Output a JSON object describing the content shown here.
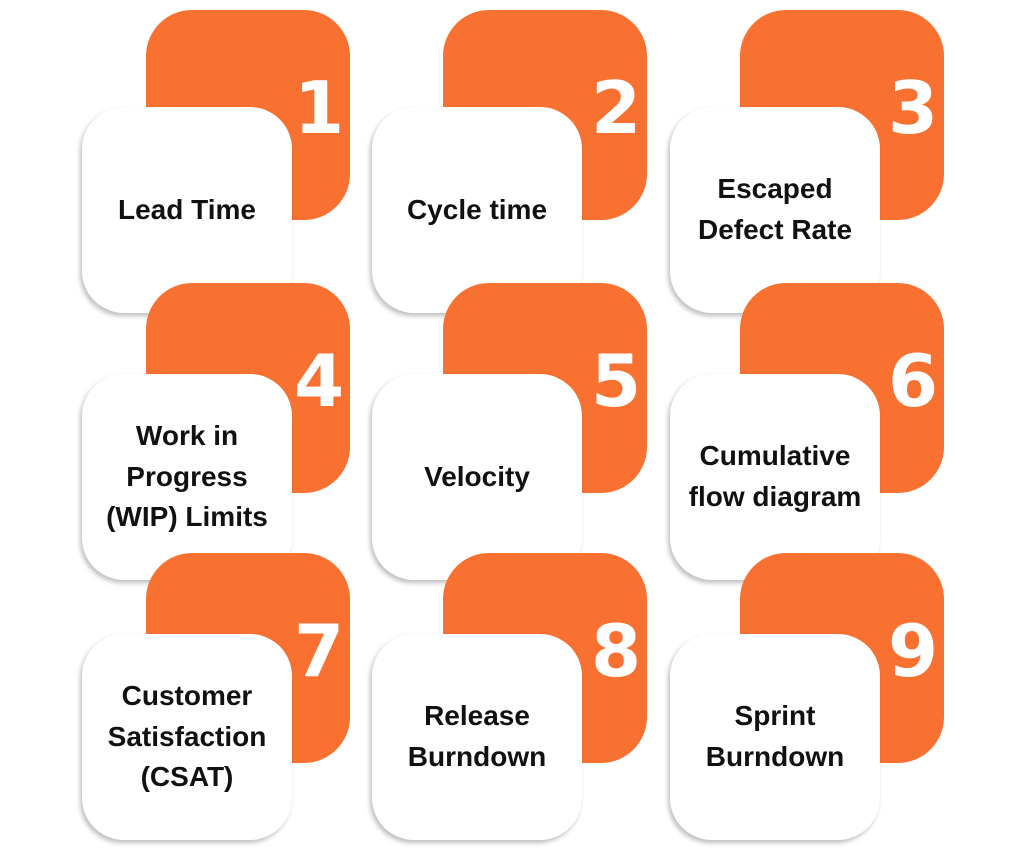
{
  "accent_color": "#F97131",
  "items": [
    {
      "number": "1",
      "label": "Lead Time"
    },
    {
      "number": "2",
      "label": "Cycle time"
    },
    {
      "number": "3",
      "label": "Escaped Defect Rate"
    },
    {
      "number": "4",
      "label": "Work in Progress (WIP) Limits"
    },
    {
      "number": "5",
      "label": "Velocity"
    },
    {
      "number": "6",
      "label": "Cumulative flow diagram"
    },
    {
      "number": "7",
      "label": "Customer Satisfaction (CSAT)"
    },
    {
      "number": "8",
      "label": "Release Burndown"
    },
    {
      "number": "9",
      "label": "Sprint Burndown"
    }
  ]
}
